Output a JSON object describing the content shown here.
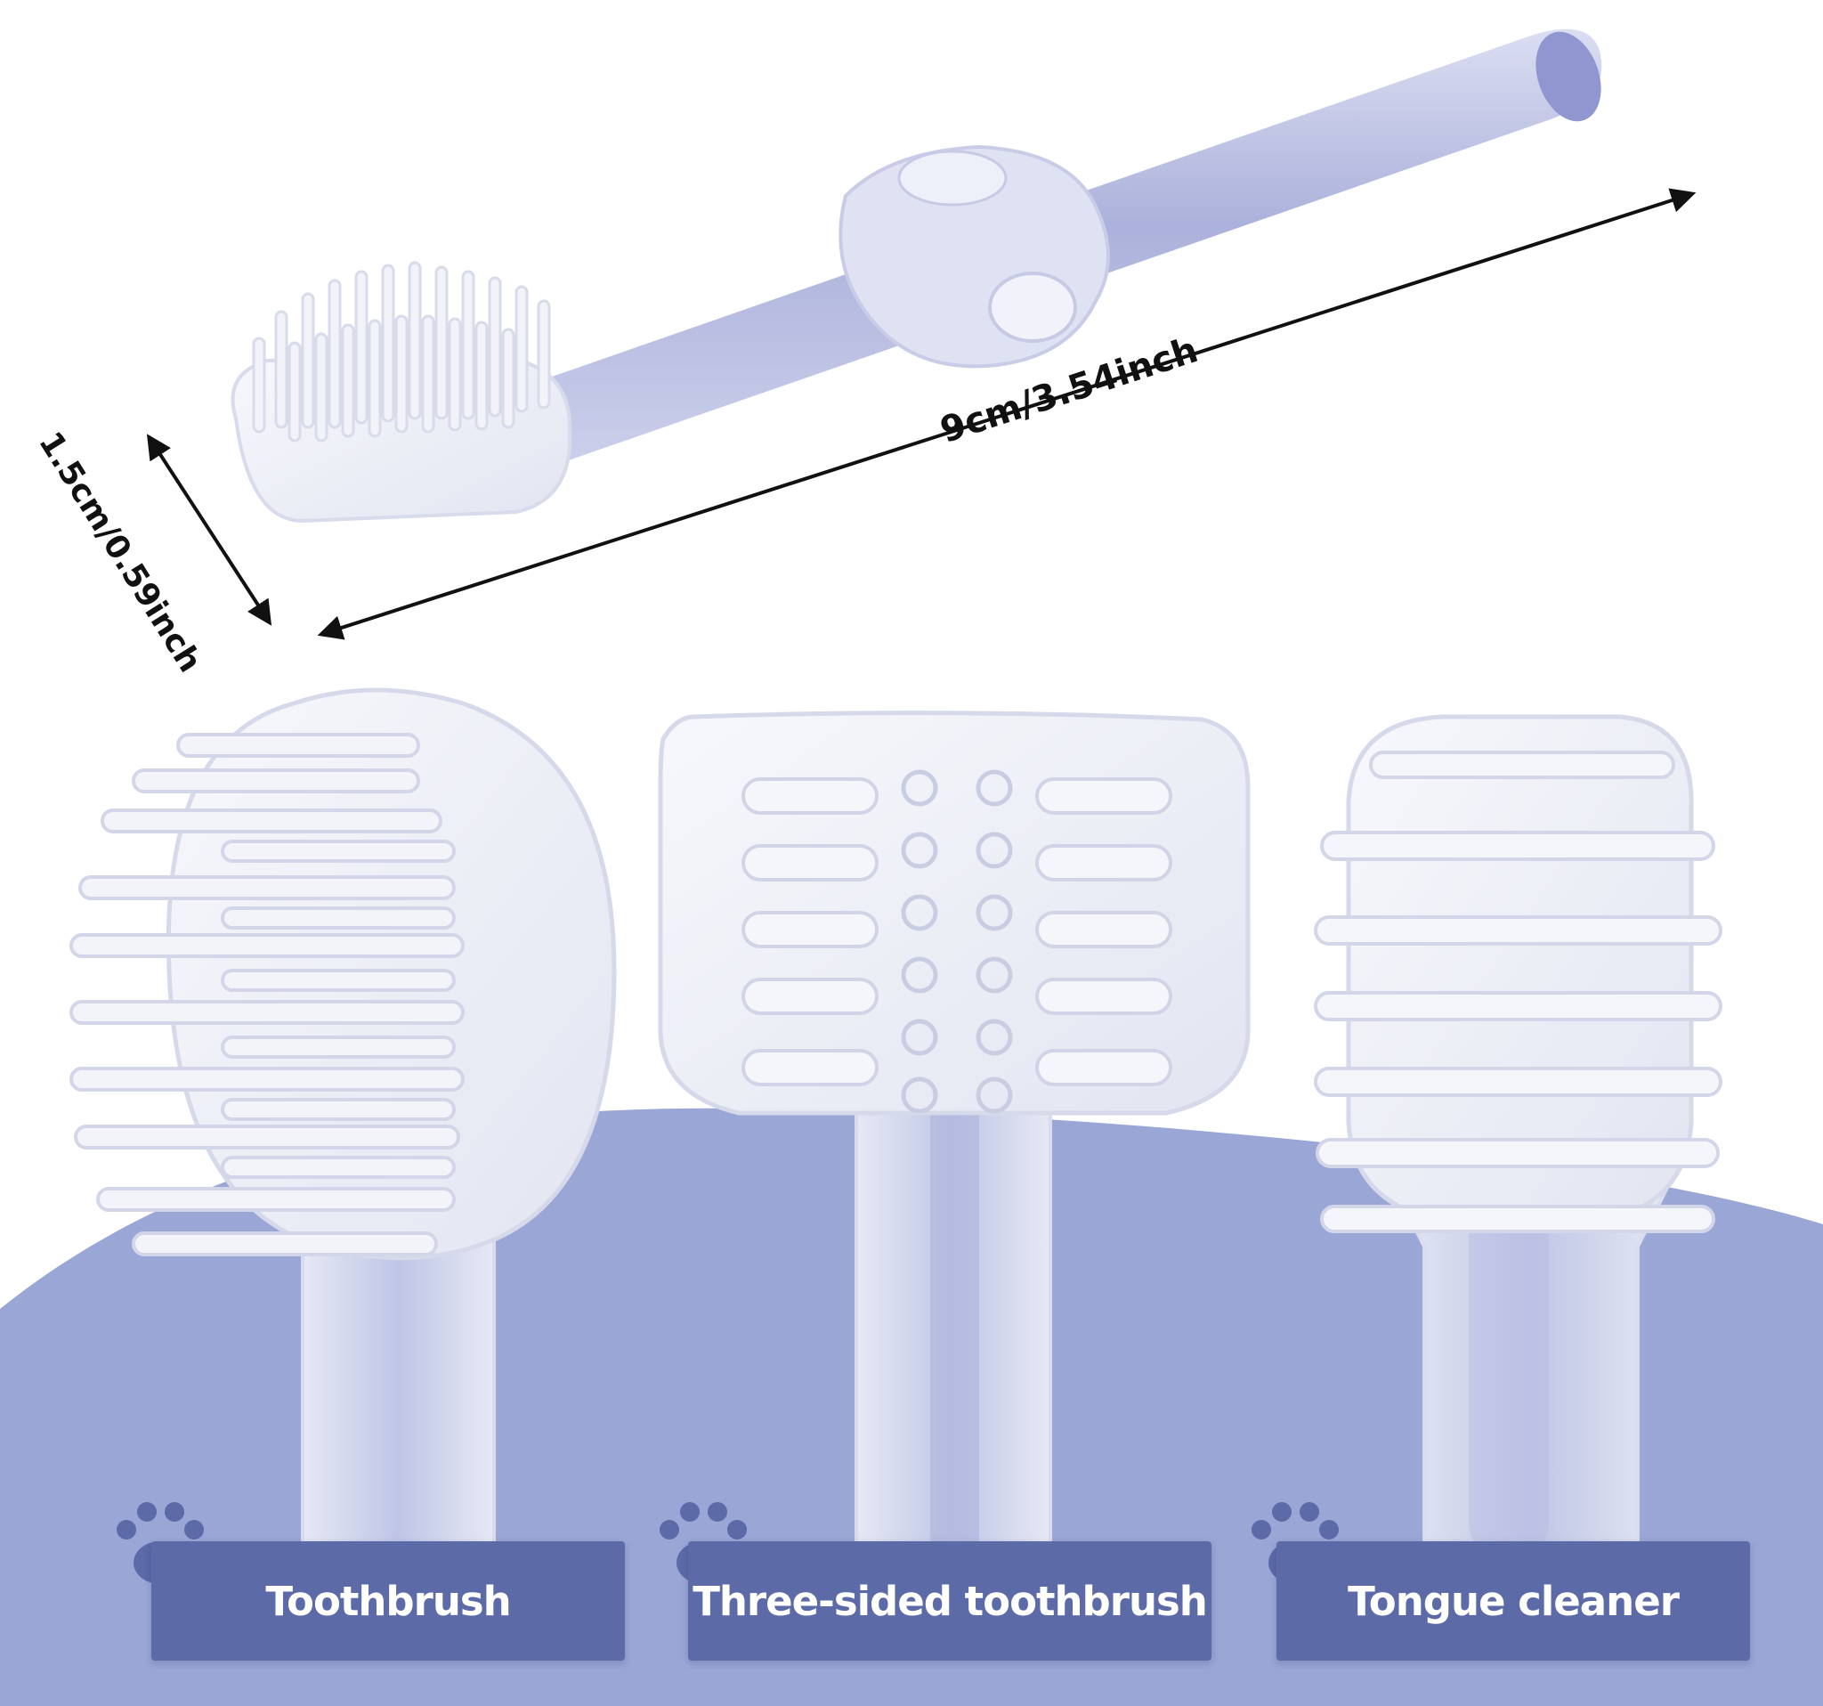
{
  "dimensions": {
    "length_label": "9cm/3.54inch",
    "width_label": "1.5cm/0.59inch"
  },
  "products": [
    {
      "label": "Toothbrush",
      "icon": "paw-print-icon"
    },
    {
      "label": "Three-sided toothbrush",
      "icon": "paw-print-icon"
    },
    {
      "label": "Tongue cleaner",
      "icon": "paw-print-icon"
    }
  ],
  "colors": {
    "background_wave": "#9aa6d6",
    "label_box": "#5c6aa8",
    "paw": "#5c6aa8",
    "silicone": "#eef0f6",
    "handle": "#a9afd9",
    "arrow": "#111111"
  }
}
